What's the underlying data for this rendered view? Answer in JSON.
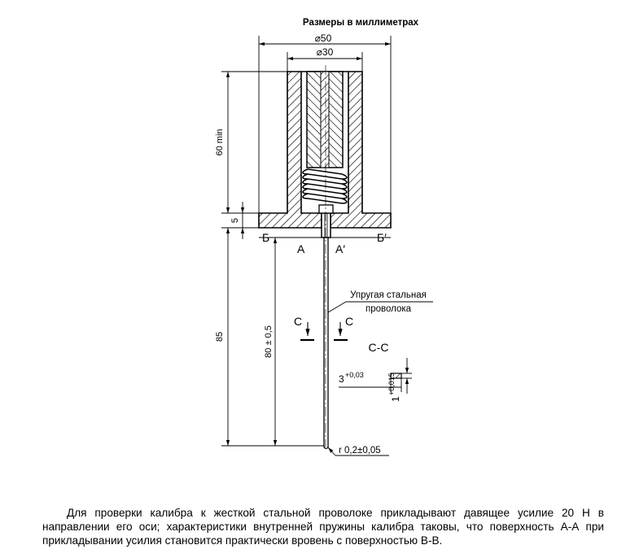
{
  "units_note": "Размеры в миллиметрах",
  "dimensions": {
    "outer_diameter": "⌀50",
    "inner_diameter": "⌀30",
    "height_min": "60 min",
    "flange_thickness": "5",
    "wire_length": "85",
    "wire_tolerance_length": "80 ± 0,5",
    "tip_radius": "r 0,2±0,05"
  },
  "labels": {
    "surface_b_left": "Б",
    "surface_b_right": "Б′",
    "surface_a_left": "А",
    "surface_a_right": "А′",
    "section_left": "С",
    "section_right": "С",
    "wire_label_line1": "Упругая стальная",
    "wire_label_line2": "проволока",
    "section_title": "С-С"
  },
  "section_dims": {
    "width_base": "3",
    "width_tol": "+0,03",
    "height_base": "1",
    "height_tol": "+0,015"
  },
  "caption": "Для проверки калибра к жесткой стальной проволоке прикладывают давящее усилие 20 Н в направлении его оси; характеристики внутренней пружины калибра таковы, что поверхность А-А при прикладывании усилия становится практически вровень с поверхностью В-В."
}
